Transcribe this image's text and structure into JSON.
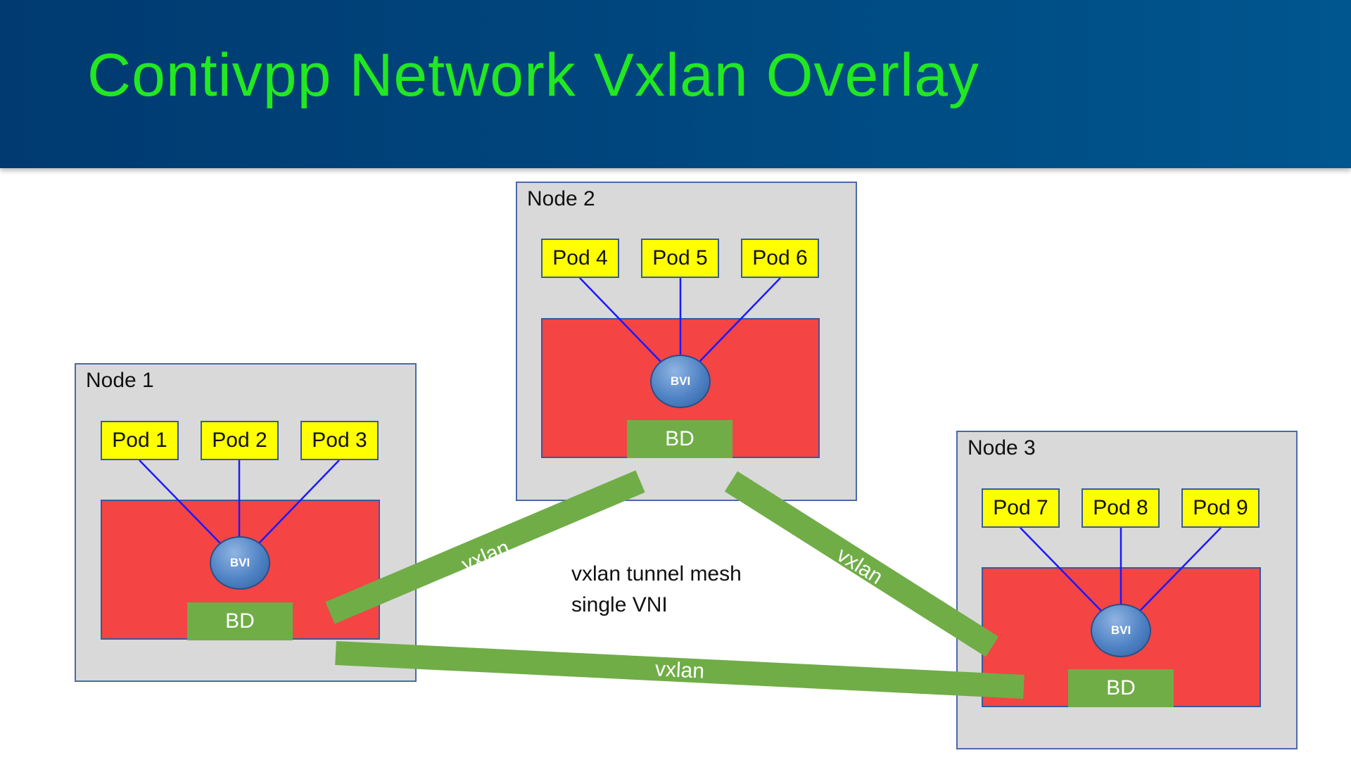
{
  "title": "Contivpp Network Vxlan Overlay",
  "nodes": [
    {
      "label": "Node 1",
      "pods": [
        "Pod 1",
        "Pod 2",
        "Pod 3"
      ],
      "bvi": "BVI",
      "bd": "BD"
    },
    {
      "label": "Node 2",
      "pods": [
        "Pod 4",
        "Pod 5",
        "Pod 6"
      ],
      "bvi": "BVI",
      "bd": "BD"
    },
    {
      "label": "Node 3",
      "pods": [
        "Pod 7",
        "Pod 8",
        "Pod 9"
      ],
      "bvi": "BVI",
      "bd": "BD"
    }
  ],
  "tunnels": [
    {
      "label": "vxlan",
      "from": "Node 1",
      "to": "Node 2"
    },
    {
      "label": "vxlan",
      "from": "Node 2",
      "to": "Node 3"
    },
    {
      "label": "vxlan",
      "from": "Node 1",
      "to": "Node 3"
    }
  ],
  "caption": {
    "line1": "vxlan tunnel mesh",
    "line2": "single VNI"
  },
  "colors": {
    "title": "#22e822",
    "header": "#00477f",
    "node_bg": "#d9d9d9",
    "pod": "#ffff00",
    "bridge": "#f44444",
    "bd": "#70ad47",
    "tunnel": "#70ad47",
    "link": "#1a1aff"
  }
}
